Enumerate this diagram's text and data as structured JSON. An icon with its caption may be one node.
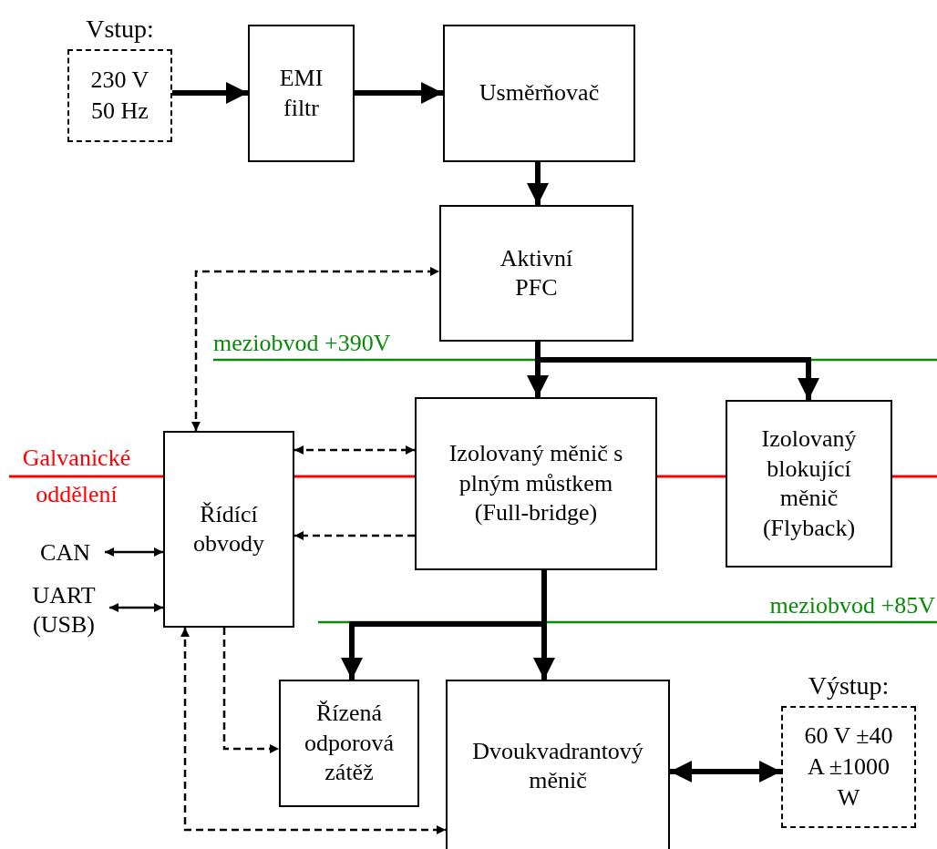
{
  "diagram": {
    "nodes": [
      {
        "text": [
          "Vstup:",
          "230 V 50 Hz"
        ]
      },
      {
        "text": [
          "EMI filtr"
        ]
      },
      {
        "text": [
          "Usměrňovač"
        ]
      },
      {
        "text": [
          "Aktivní PFC"
        ]
      },
      {
        "text": [
          "Izolovaný měnič s plným můstkem (Full-bridge)"
        ]
      },
      {
        "text": [
          "Izolovaný blokující měnič (Flyback)"
        ]
      },
      {
        "text": [
          "Řídící obvody"
        ]
      },
      {
        "text": [
          "CAN"
        ]
      },
      {
        "text": [
          "UART (USB)"
        ]
      },
      {
        "text": [
          "Řízená odporová zátěž"
        ]
      },
      {
        "text": [
          "Dvoukvadrantový měnič"
        ]
      },
      {
        "text": [
          "Výstup:",
          "60 V ±40 A ±1000 W"
        ]
      }
    ],
    "edges": [
      {
        "from": 0,
        "to": 1,
        "arrow": "to"
      },
      {
        "from": 1,
        "to": 2,
        "arrow": "to"
      },
      {
        "from": 2,
        "to": 3,
        "arrow": "to"
      },
      {
        "from": 3,
        "to": 4,
        "arrow": "to"
      },
      {
        "from": 3,
        "to": 5,
        "arrow": "to"
      },
      {
        "from": 4,
        "to": 10,
        "arrow": "to"
      },
      {
        "from": 4,
        "to": 9,
        "arrow": "to"
      },
      {
        "from": 10,
        "to": 11,
        "arrow": "both"
      },
      {
        "from": 6,
        "to": 3,
        "arrow": "both",
        "style": "dashed"
      },
      {
        "from": 6,
        "to": 4,
        "arrow": "both",
        "style": "dashed"
      },
      {
        "from": 4,
        "to": 6,
        "arrow": "to",
        "style": "dashed"
      },
      {
        "from": 6,
        "to": 9,
        "arrow": "to",
        "style": "dashed"
      },
      {
        "from": 6,
        "to": 10,
        "arrow": "both",
        "style": "dashed"
      },
      {
        "from": 7,
        "to": 6,
        "arrow": "both"
      },
      {
        "from": 8,
        "to": 6,
        "arrow": "both"
      }
    ],
    "labels": [
      "meziobvod +390V",
      "Galvanické oddělení",
      "meziobvod +85V"
    ]
  }
}
